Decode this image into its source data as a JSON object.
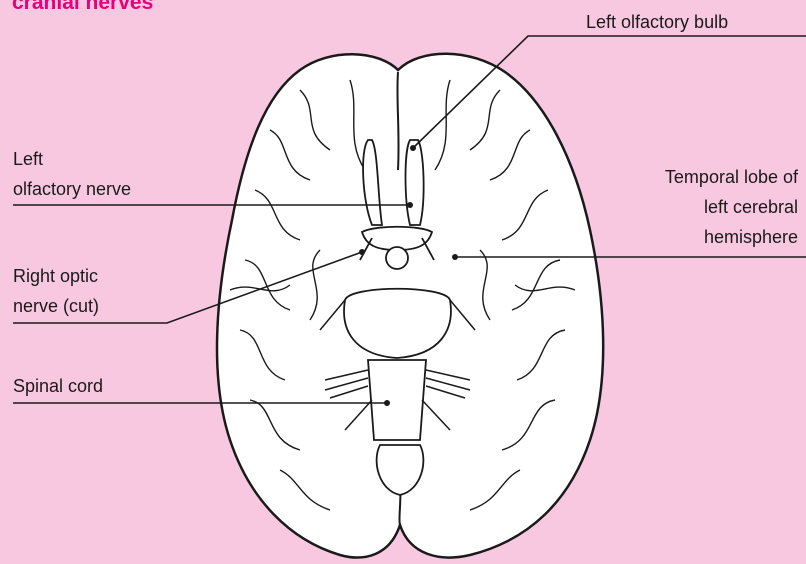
{
  "diagram": {
    "title": "cranial nerves",
    "labels": {
      "left_olfactory_bulb": "Left olfactory bulb",
      "left_olfactory_nerve_line1": "Left",
      "left_olfactory_nerve_line2": "olfactory nerve",
      "temporal_lobe_line1": "Temporal lobe of",
      "temporal_lobe_line2": "left cerebral",
      "temporal_lobe_line3": "hemisphere",
      "right_optic_nerve_line1": "Right optic",
      "right_optic_nerve_line2": "nerve (cut)",
      "spinal_cord": "Spinal cord"
    }
  },
  "colors": {
    "background": "#f8c8e0",
    "title": "#e6007e",
    "outline": "#1a1a1a",
    "brain_fill": "#ffffff"
  }
}
